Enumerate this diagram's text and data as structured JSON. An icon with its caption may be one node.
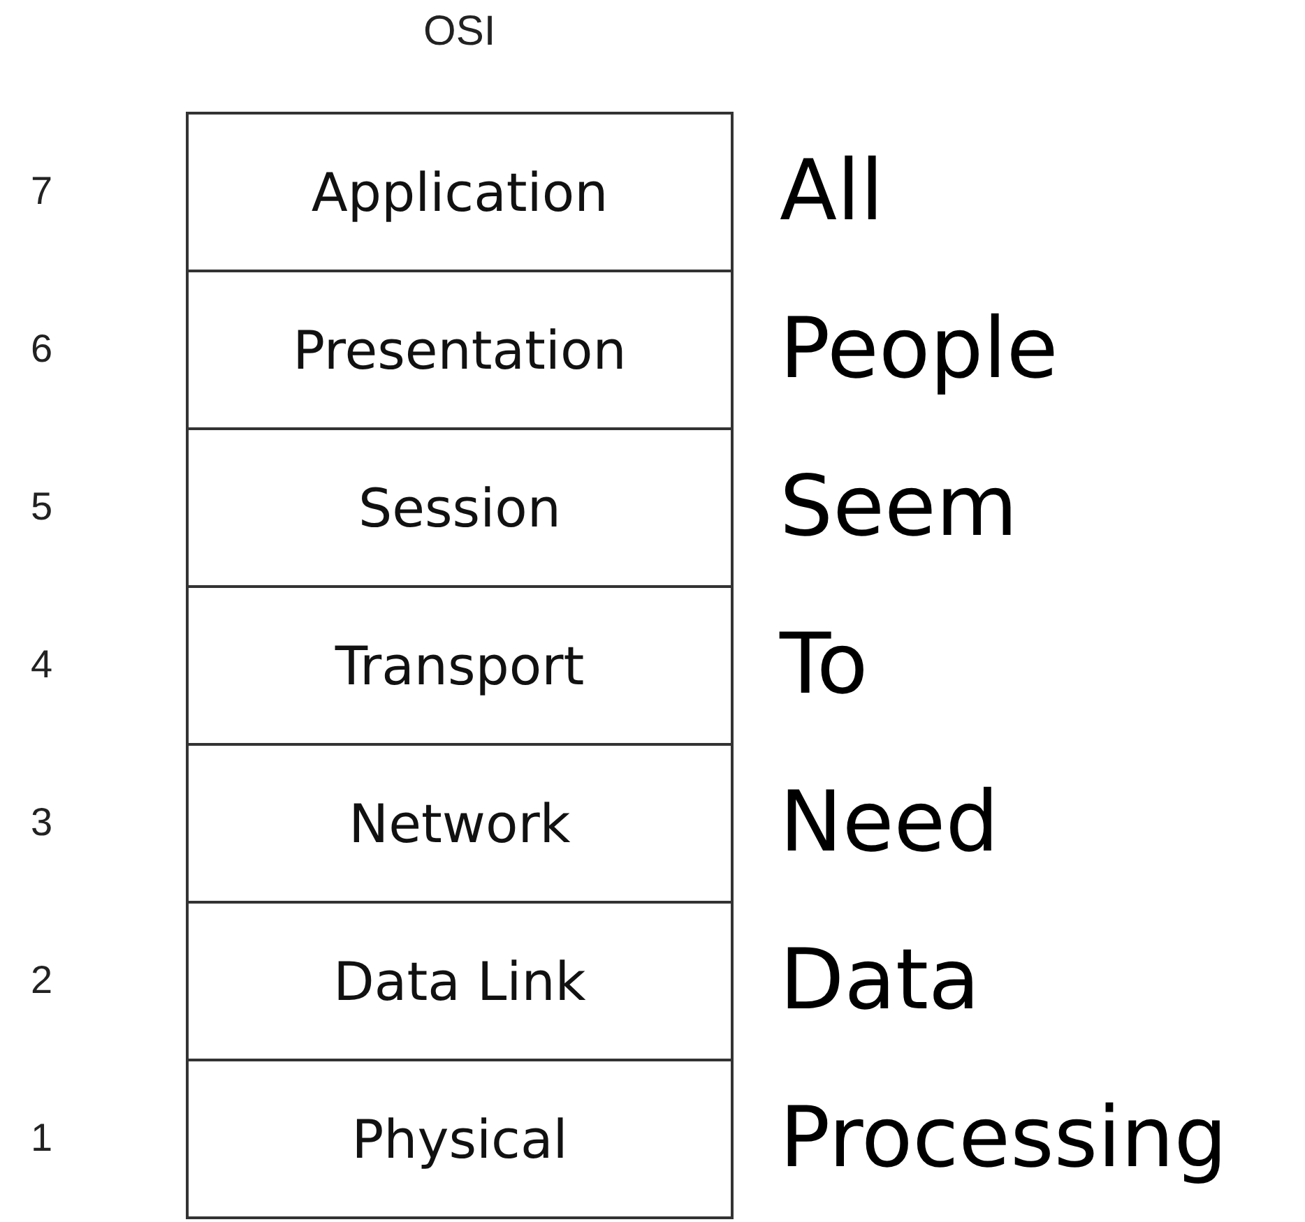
{
  "diagram": {
    "title": "OSI",
    "nodes": [
      {
        "text": [
          "Application"
        ],
        "beside": [
          "7",
          "All"
        ]
      },
      {
        "text": [
          "Presentation"
        ],
        "beside": [
          "6",
          "People"
        ]
      },
      {
        "text": [
          "Session"
        ],
        "beside": [
          "5",
          "Seem"
        ]
      },
      {
        "text": [
          "Transport"
        ],
        "beside": [
          "4",
          "To"
        ]
      },
      {
        "text": [
          "Network"
        ],
        "beside": [
          "3",
          "Need"
        ]
      },
      {
        "text": [
          "Data Link"
        ],
        "beside": [
          "2",
          "Data"
        ]
      },
      {
        "text": [
          "Physical"
        ],
        "beside": [
          "1",
          "Processing"
        ]
      }
    ]
  }
}
